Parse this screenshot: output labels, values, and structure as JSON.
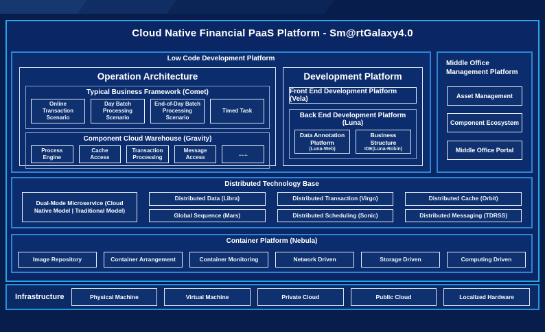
{
  "page": {
    "title": "Cloud Native Financial PaaS Platform - Sm@rtGalaxy4.0"
  },
  "low_code": {
    "label": "Low Code Development Platform",
    "operation_architecture": {
      "title": "Operation Architecture",
      "business_framework": {
        "label": "Typical Business Framework (Comet)",
        "items": [
          "Online Transaction Scenario",
          "Day Batch Processing Scenario",
          "End-of-Day Batch Processing Scenario",
          "Timed Task"
        ]
      },
      "component_warehouse": {
        "label": "Component Cloud Warehouse (Gravity)",
        "items": [
          "Process Engine",
          "Cache Access",
          "Transaction Processing",
          "Message Access",
          "......"
        ]
      }
    },
    "development_platform": {
      "title": "Development Platform",
      "front_end_label": "Front End Development Platform (Vela)",
      "back_end": {
        "label": "Back End Development Platform (Luna)",
        "items": [
          {
            "name": "Data Annotation Platform",
            "sub": "(Luna-Web)"
          },
          {
            "name": "Business Structure",
            "sub": "IDE(Luna-Robin)"
          }
        ]
      }
    }
  },
  "middle_office": {
    "label": "Middle Office Management Platform",
    "items": [
      "Asset Management",
      "Component Ecosystem",
      "Middle Office Portal"
    ]
  },
  "distributed_base": {
    "label": "Distributed Technology Base",
    "dual_mode_label": "Dual-Mode Microservice (Cloud Native Model | Traditional Model)",
    "columns": [
      {
        "top": "Distributed Data (Libra)",
        "bottom": "Global Sequence (Mars)"
      },
      {
        "top": "Distributed Transaction (Virgo)",
        "bottom": "Distributed Scheduling (Sonic)"
      },
      {
        "top": "Distributed Cache (Orbit)",
        "bottom": "Distributed Messaging (TDRSS)"
      }
    ]
  },
  "container_platform": {
    "label": "Container Platform (Nebula)",
    "items": [
      "Image Repository",
      "Container Arrangement",
      "Container Monitoring",
      "Network Driven",
      "Storage Driven",
      "Computing Driven"
    ]
  },
  "infrastructure": {
    "label": "Infrastructure",
    "items": [
      "Physical Machine",
      "Virtual Machine",
      "Private Cloud",
      "Public Cloud",
      "Localized Hardware"
    ]
  },
  "colors": {
    "background": "#071d4c",
    "container_fill": "#0a2664",
    "panel_fill": "#0b2c6d",
    "accent_border": "#2aa6e8",
    "panel_border": "#2f86d6",
    "box_border": "#dde6f4",
    "mid_border": "#8ea6cf",
    "text": "#ffffff"
  }
}
